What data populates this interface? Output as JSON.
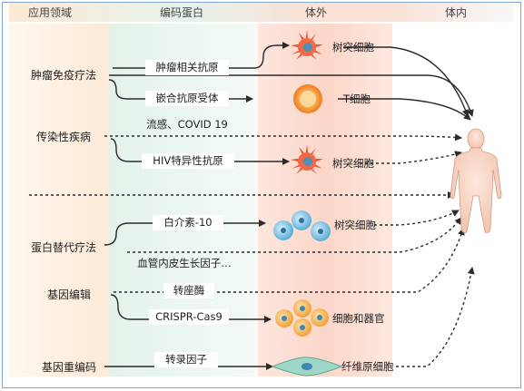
{
  "headers": {
    "app": "应用领域",
    "enc": "编码蛋白",
    "vitro": "体外",
    "vivo": "体内"
  },
  "applications": {
    "tumor": "肿瘤免疫疗法",
    "infect": "传染性疾病",
    "protein": "蛋白替代疗法",
    "gene_edit": "基因编辑",
    "reprogram": "基因重编码"
  },
  "proteins": {
    "tumor_antigen": "肿瘤相关抗原",
    "car": "嵌合抗原受体",
    "flu_covid": "流感、COVID 19",
    "hiv": "HIV特异性抗原",
    "il10": "白介素-10",
    "vegf": "血管内皮生长因子…",
    "transposase": "转座酶",
    "crispr": "CRISPR-Cas9",
    "tf": "转录因子"
  },
  "cells": {
    "dc1": "树突细胞",
    "tcell": "T细胞",
    "dc2": "树突细胞",
    "dc3": "树突细胞",
    "organ": "细胞和器官",
    "fibro": "纤维原细胞"
  },
  "colors": {
    "arrow": "#2b2b2b",
    "dendritic": "#e8553a",
    "tcell": "#f08a2a",
    "blue_cell": "#5aaed6",
    "yellow_cell": "#f2a93b",
    "fibro": "#8fd0c0",
    "body": "#f6d6c6"
  }
}
